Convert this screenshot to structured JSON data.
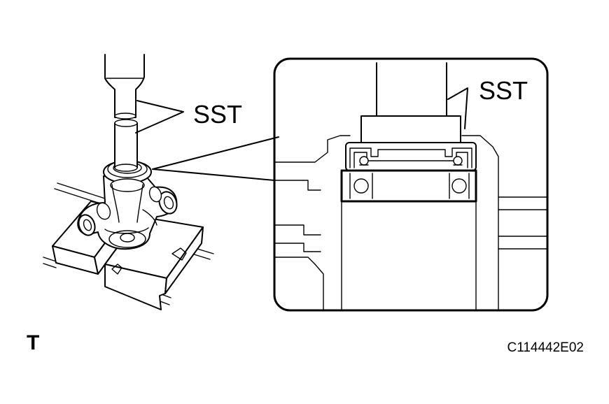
{
  "labels": {
    "sst_left": "SST",
    "sst_right": "SST",
    "corner_letter": "T",
    "figure_code": "C114442E02"
  }
}
